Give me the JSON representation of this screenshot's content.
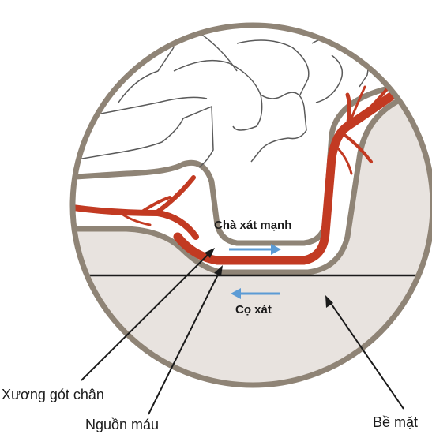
{
  "labels": {
    "strong_friction": "Chà xát mạnh",
    "friction": "Cọ xát",
    "heel_bone": "Xương gót chân",
    "blood_supply": "Nguồn máu",
    "surface": "Bề mặt"
  },
  "colors": {
    "circle_border": "#8f8476",
    "tissue": "#e8e3df",
    "blood": "#c23a22",
    "arrow": "#5b9bd5",
    "line": "#1a1a1a"
  }
}
